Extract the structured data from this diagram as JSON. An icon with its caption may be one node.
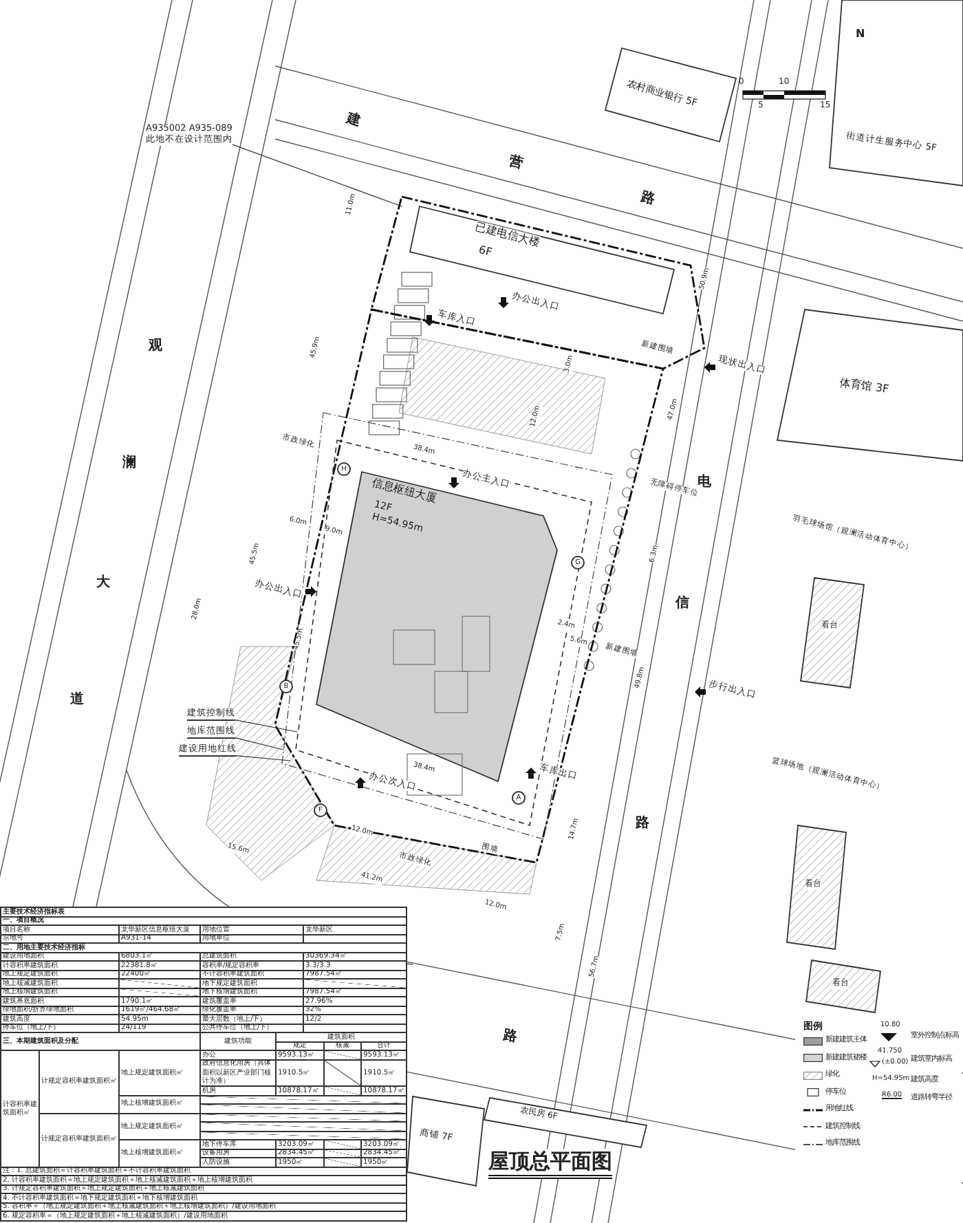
{
  "diagram": {
    "title": "屋顶总平面图",
    "nodes": [
      {
        "text": [
          "已建电信大楼",
          "6F"
        ]
      },
      {
        "text": [
          "信息枢纽大厦",
          "12F",
          "H=54.95m"
        ]
      },
      {
        "text": [
          "农村商业银行 5F"
        ]
      },
      {
        "text": [
          "街道计生服务中心 5F"
        ]
      },
      {
        "text": [
          "体育馆 3F"
        ]
      },
      {
        "text": [
          "看台"
        ]
      },
      {
        "text": [
          "看台"
        ]
      },
      {
        "text": [
          "看台"
        ]
      },
      {
        "text": [
          "商铺 7F"
        ]
      },
      {
        "text": [
          "农民房 6F"
        ]
      },
      {
        "text": [
          "建筑控制线"
        ]
      },
      {
        "text": [
          "地库范围线"
        ]
      },
      {
        "text": [
          "建设用地红线"
        ]
      },
      {
        "text": [
          "A935002 A935-089",
          "此地不在设计范围内"
        ]
      }
    ],
    "edges": [
      {
        "from": 10,
        "to": null,
        "arrow": "none"
      },
      {
        "from": 11,
        "to": null,
        "arrow": "none"
      },
      {
        "from": 12,
        "to": null,
        "arrow": "none"
      },
      {
        "from": 13,
        "to": null,
        "arrow": "none"
      }
    ],
    "labels": [
      "建",
      "营",
      "路",
      "电",
      "信",
      "路",
      "观",
      "澜",
      "大",
      "道",
      "路",
      "办公出入口",
      "车库入口",
      "现状出入口",
      "新建围墙",
      "办公主入口",
      "无障碍停车位",
      "办公出入口",
      "新建围墙",
      "步行出入口",
      "办公次入口",
      "车库出口",
      "围墙",
      "市政绿化",
      "市政绿化",
      "羽毛球场馆（观澜活动体育中心）",
      "篮球场地（观澜活动体育中心）",
      "11.0m",
      "45.9m",
      "45.5m",
      "28.0m",
      "6.0m",
      "9.0m",
      "45.5m",
      "38.4m",
      "38.4m",
      "3.0m",
      "12.0m",
      "50.9m",
      "47.0m",
      "6.3m",
      "2.4m",
      "5.6m",
      "49.8m",
      "14.7m",
      "7.5m",
      "56.7m",
      "12.0m",
      "41.2m",
      "12.0m",
      "15.6m",
      "0",
      "5",
      "10",
      "15",
      "N",
      "图例",
      "10.80",
      "41.750",
      "(±0.00)",
      "H=54.95m",
      "R6.00",
      "主要技术经济指标表",
      "一、项目概况",
      "项目名称",
      "龙华新区信息枢纽大厦",
      "用地位置",
      "龙华新区",
      "宗地号",
      "A931-14",
      "用地单位",
      "二、用地主要技术经济指标",
      "建设用地面积",
      "6803.1㎡",
      "总建筑面积",
      "30369.34㎡",
      "计容积率建筑面积",
      "22381.8㎡",
      "容积率/规定容积率",
      "3.3/3.3",
      "地上规定建筑面积",
      "22400㎡",
      "不计容积率建筑面积",
      "7987.54㎡",
      "地上核减建筑面积",
      "地下规定建筑面积",
      "地上核增建筑面积",
      "地下核增建筑面积",
      "7987.54㎡",
      "建筑基底面积",
      "1790.1㎡",
      "建筑覆盖率",
      "27.96%",
      "绿地面积/折算绿地面积",
      "1619㎡/464.68㎡",
      "绿化覆盖率",
      "32%",
      "建筑高度",
      "54.95m",
      "最大层数（地上/下）",
      "12/2",
      "停车位（地上/下）",
      "24/119",
      "公共停车位（地上/下）",
      "三、本期建筑面积及分配",
      "建筑功能",
      "建筑面积",
      "规定",
      "核减",
      "合计",
      "计容积率建筑面积㎡",
      "计规定容积率建筑面积㎡",
      "地上规定建筑面积㎡",
      "办公",
      "9593.13㎡",
      "9593.13㎡",
      "政府信息化用房（具体面积以新区产业部门核计为准）",
      "1910.5㎡",
      "1910.5㎡",
      "机房",
      "10878.17㎡",
      "10878.17㎡",
      "地上核增建筑面积㎡",
      "计规定容积率建筑面积㎡",
      "地上规定建筑面积㎡",
      "地上核增建筑面积㎡",
      "地下停车库",
      "3203.09㎡",
      "3203.09㎡",
      "设备用房",
      "2834.45㎡",
      "2834.45㎡",
      "人防设施",
      "1950㎡",
      "1950㎡",
      "注：1. 总建筑面积＝计容积率建筑面积＋不计容积率建筑面积",
      "2. 计容积率建筑面积＝地上规定建筑面积＋地上核减建筑面积＋地上核增建筑面积",
      "3. 计规定容积率建筑面积＝地上规定建筑面积＋地上核减建筑面积",
      "4. 不计容积率建筑面积＝地下规定建筑面积＋地下核增建筑面积",
      "5. 容积率＝（地上规定建筑面积＋地上核减建筑面积＋地上核增建筑面积）/建设用地面积",
      "6. 规定容积率＝（地上规定建筑面积＋地上核减建筑面积）/建设用地面积",
      "H",
      "G",
      "B",
      "A",
      "F"
    ],
    "legend": [
      {
        "text": "新建建筑主体",
        "color": "#9e9e9e"
      },
      {
        "text": "新建建筑裙楼",
        "color": "#d4d4d4"
      },
      {
        "text": "绿化"
      },
      {
        "text": "停车位"
      },
      {
        "text": "用地红线"
      },
      {
        "text": "建筑控制线"
      },
      {
        "text": "地库范围线"
      },
      {
        "text": "室外控制点标高"
      },
      {
        "text": "建筑室内标高"
      },
      {
        "text": "建筑高度"
      },
      {
        "text": "道路转弯半径"
      }
    ]
  }
}
